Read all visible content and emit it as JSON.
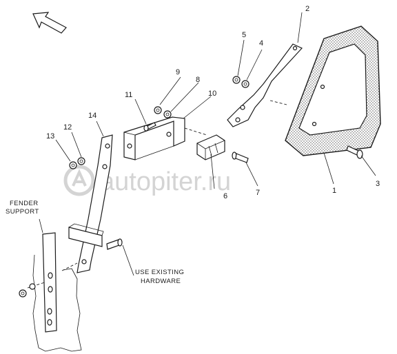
{
  "watermark": {
    "text": "autopiter.ru"
  },
  "callouts": [
    {
      "id": "1",
      "label": "1"
    },
    {
      "id": "2",
      "label": "2"
    },
    {
      "id": "3",
      "label": "3"
    },
    {
      "id": "4",
      "label": "4"
    },
    {
      "id": "5",
      "label": "5"
    },
    {
      "id": "6",
      "label": "6"
    },
    {
      "id": "7",
      "label": "7"
    },
    {
      "id": "8",
      "label": "8"
    },
    {
      "id": "9",
      "label": "9"
    },
    {
      "id": "10",
      "label": "10"
    },
    {
      "id": "11",
      "label": "11"
    },
    {
      "id": "12",
      "label": "12"
    },
    {
      "id": "13",
      "label": "13"
    },
    {
      "id": "14",
      "label": "14"
    }
  ],
  "notes": {
    "fender_support_line1": "FENDER",
    "fender_support_line2": "SUPPORT",
    "existing_hardware_line1": "USE EXISTING",
    "existing_hardware_line2": "HARDWARE"
  }
}
